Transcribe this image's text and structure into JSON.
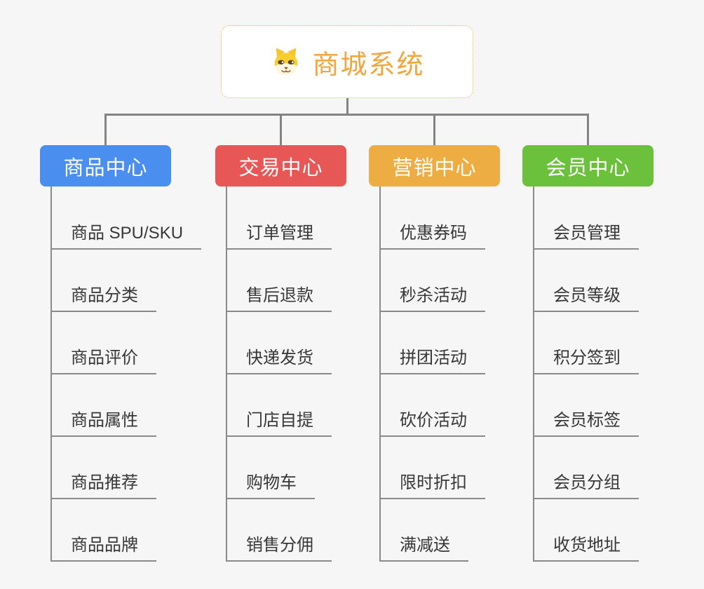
{
  "root": {
    "title": "商城系统",
    "icon": "dog-face-icon"
  },
  "branches": [
    {
      "label": "商品中心",
      "color": "#4a8ff0",
      "children": [
        "商品 SPU/SKU",
        "商品分类",
        "商品评价",
        "商品属性",
        "商品推荐",
        "商品品牌"
      ]
    },
    {
      "label": "交易中心",
      "color": "#e75755",
      "children": [
        "订单管理",
        "售后退款",
        "快递发货",
        "门店自提",
        "购物车",
        "销售分佣"
      ]
    },
    {
      "label": "营销中心",
      "color": "#eead42",
      "children": [
        "优惠券码",
        "秒杀活动",
        "拼团活动",
        "砍价活动",
        "限时折扣",
        "满减送"
      ]
    },
    {
      "label": "会员中心",
      "color": "#6bc13c",
      "children": [
        "会员管理",
        "会员等级",
        "积分签到",
        "会员标签",
        "会员分组",
        "收货地址"
      ]
    }
  ],
  "colors": {
    "background": "#f5f6f5",
    "connector": "#838383",
    "leaf_line": "#8a8a8a",
    "leaf_text": "#373737",
    "root_accent": "#f0a63c",
    "root_border": "#f3b14e"
  }
}
